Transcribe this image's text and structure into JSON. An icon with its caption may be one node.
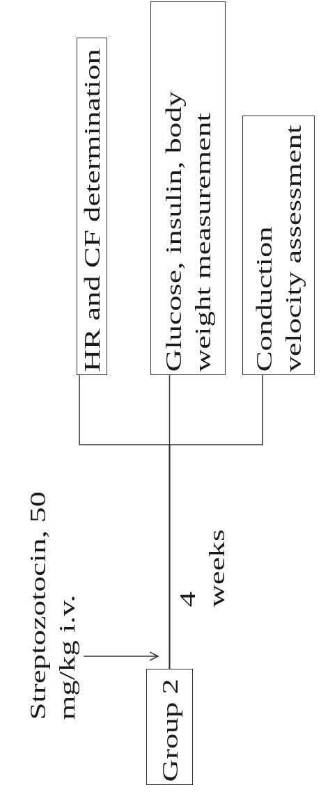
{
  "diagram": {
    "nodes": [
      {
        "text": [
          "HR and CF determination"
        ]
      },
      {
        "text": [
          "Glucose, insulin, body weight measurement"
        ]
      },
      {
        "text": [
          "Conduction velocity assessment"
        ]
      },
      {
        "text": [
          "Streptozotocin, 50 mg/kg i.v."
        ]
      },
      {
        "text": [
          "Group 2"
        ]
      }
    ],
    "edges": [
      {
        "from": 4,
        "to": 0,
        "arrow": "none"
      },
      {
        "from": 4,
        "to": 1,
        "arrow": "none",
        "label": "4 weeks"
      },
      {
        "from": 4,
        "to": 2,
        "arrow": "none"
      },
      {
        "from": 3,
        "to": 4,
        "arrow": "to"
      }
    ]
  }
}
